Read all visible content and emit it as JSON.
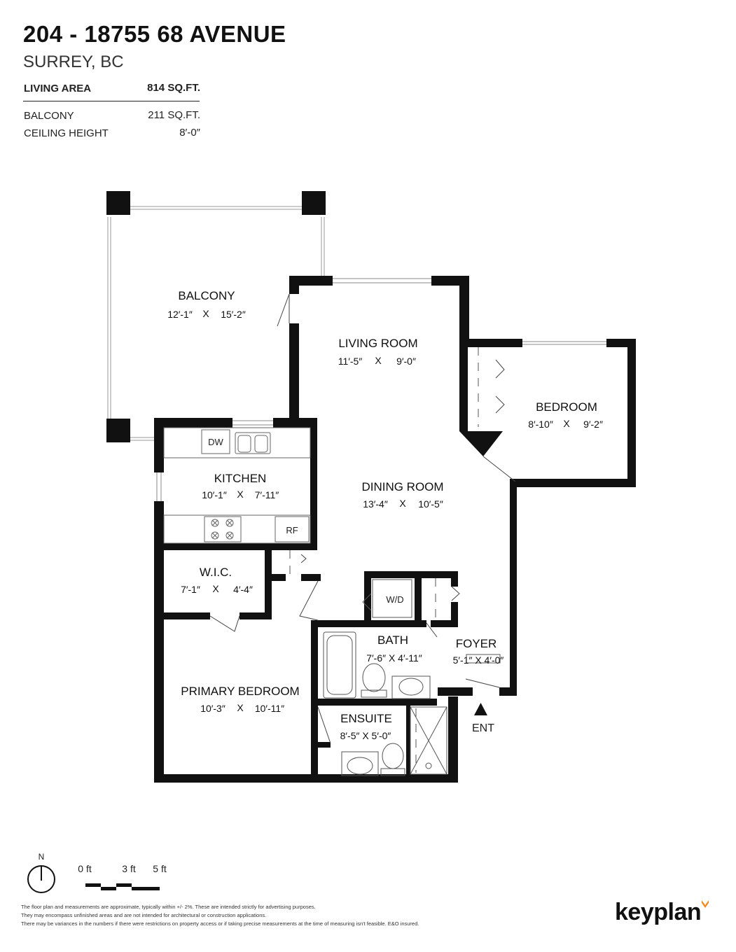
{
  "header": {
    "title": "204 - 18755 68 AVENUE",
    "city": "SURREY, BC"
  },
  "specs": [
    {
      "label": "LIVING AREA",
      "value": "814 SQ.FT."
    },
    {
      "label": "BALCONY",
      "value": "211 SQ.FT."
    },
    {
      "label": "CEILING HEIGHT",
      "value": "8′-0″"
    }
  ],
  "rooms": {
    "balcony": {
      "name": "BALCONY",
      "w": "12′-1″",
      "x": "X",
      "h": "15′-2″"
    },
    "living": {
      "name": "LIVING ROOM",
      "w": "11′-5″",
      "x": "X",
      "h": "9′-0″"
    },
    "bedroom": {
      "name": "BEDROOM",
      "w": "8′-10″",
      "x": "X",
      "h": "9′-2″"
    },
    "kitchen": {
      "name": "KITCHEN",
      "w": "10′-1″",
      "x": "X",
      "h": "7′-11″"
    },
    "dining": {
      "name": "DINING ROOM",
      "w": "13′-4″",
      "x": "X",
      "h": "10′-5″"
    },
    "wic": {
      "name": "W.I.C.",
      "w": "7′-1″",
      "x": "X",
      "h": "4′-4″"
    },
    "bath": {
      "name": "BATH",
      "dims": "7′-6″ X 4′-11″"
    },
    "foyer": {
      "name": "FOYER",
      "dims": "5′-1″ X 4′-0″"
    },
    "primary": {
      "name": "PRIMARY BEDROOM",
      "w": "10′-3″",
      "x": "X",
      "h": "10′-11″"
    },
    "ensuite": {
      "name": "ENSUITE",
      "dims": "8′-5″ X 5′-0″"
    }
  },
  "fixtures": {
    "dw": "DW",
    "rf": "RF",
    "wd": "W/D"
  },
  "entry": "ENT",
  "compass": "N",
  "scale": {
    "zero": "0 ft",
    "three": "3 ft",
    "five": "5 ft"
  },
  "disclaimer": [
    "The floor plan and measurements are approximate, typically within +/- 2%. These are intended strictly for advertising purposes.",
    "They may encompass unfinished areas and are not intended for architectural or construction applications.",
    "There may be variances in the numbers if there were restrictions on property access or if taking precise measurements at the time of measuring isn't feasible. E&O insured."
  ],
  "brand": {
    "name": "keyplan",
    "accent": "#f08a1c"
  }
}
